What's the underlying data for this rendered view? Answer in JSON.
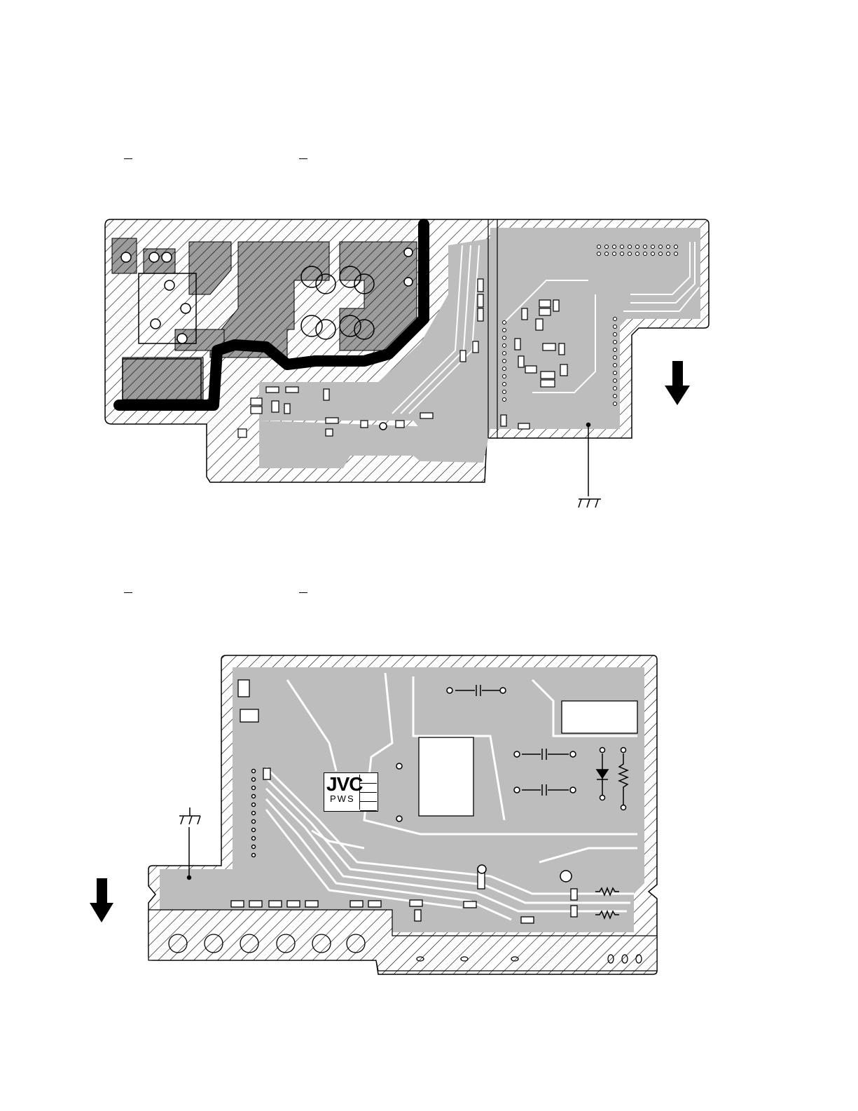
{
  "diagram": {
    "type": "pcb-layout",
    "boards": [
      {
        "id": "upper-board",
        "ground_symbol": "ground-icon",
        "arrow": "arrow-down-icon"
      },
      {
        "id": "lower-board",
        "ground_symbol": "ground-icon",
        "arrow": "arrow-down-icon",
        "logo": {
          "main": "JVC",
          "sub": "PWS"
        }
      }
    ],
    "colors": {
      "copper": "#b8b8b8",
      "hatch": "#000000",
      "trace": "#000000",
      "background": "#ffffff"
    }
  }
}
